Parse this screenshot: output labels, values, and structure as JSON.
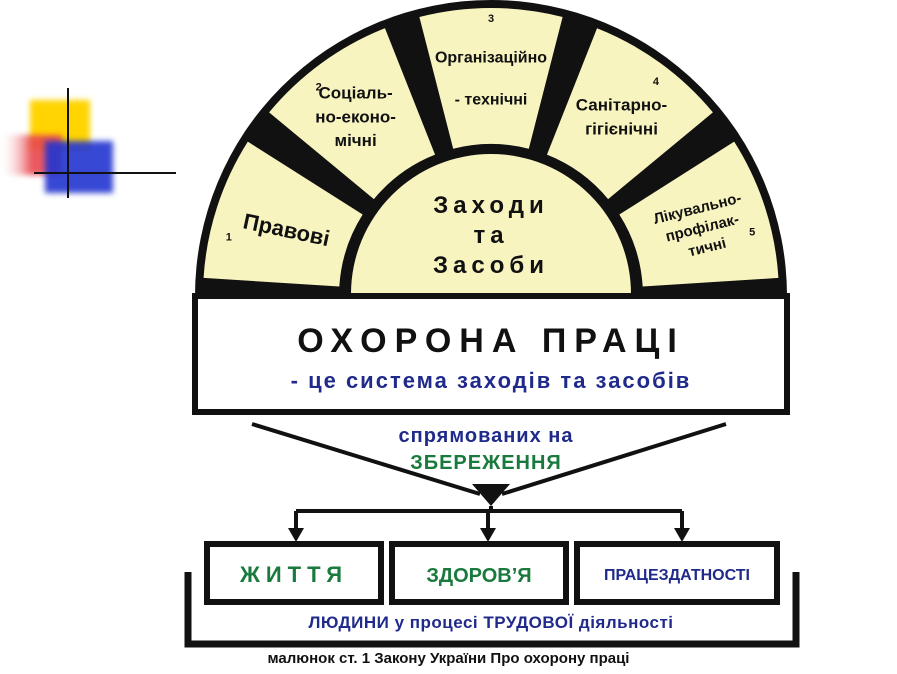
{
  "segments": [
    {
      "number": "1",
      "lines": [
        "Правові"
      ]
    },
    {
      "number": "2",
      "lines": [
        "Соціаль-",
        "но-еконо-",
        "мічні"
      ]
    },
    {
      "number": "3",
      "lines": [
        "Організаційно",
        "- технічні"
      ]
    },
    {
      "number": "4",
      "lines": [
        "Санітарно-",
        "гігієнічні"
      ]
    },
    {
      "number": "5",
      "lines": [
        "Лікувально-",
        "профілак-",
        "тичні"
      ]
    }
  ],
  "center": {
    "line1": "Заходи",
    "line2": "та",
    "line3": "Засоби"
  },
  "main_box": {
    "title": "ОХОРОНА ПРАЦІ",
    "subtitle": "- це система заходів та засобів"
  },
  "arrow_text": {
    "line1": "спрямованих на",
    "line2": "ЗБЕРЕЖЕННЯ"
  },
  "outcomes": [
    "ЖИТТЯ",
    "ЗДОРОВ’Я",
    "ПРАЦЕЗДАТНОСТІ"
  ],
  "bottom_text": "ЛЮДИНИ у процесі ТРУДОВОЇ діяльності",
  "caption": "малюнок ст. 1 Закону України Про охорону праці",
  "colors": {
    "segment_fill": "#f8f4c0",
    "title_blue": "#1f2a8a",
    "green": "#1a7a3e",
    "logo_yellow": "#ffd400",
    "logo_red": "#e8474f",
    "logo_blue": "#2434d0"
  }
}
